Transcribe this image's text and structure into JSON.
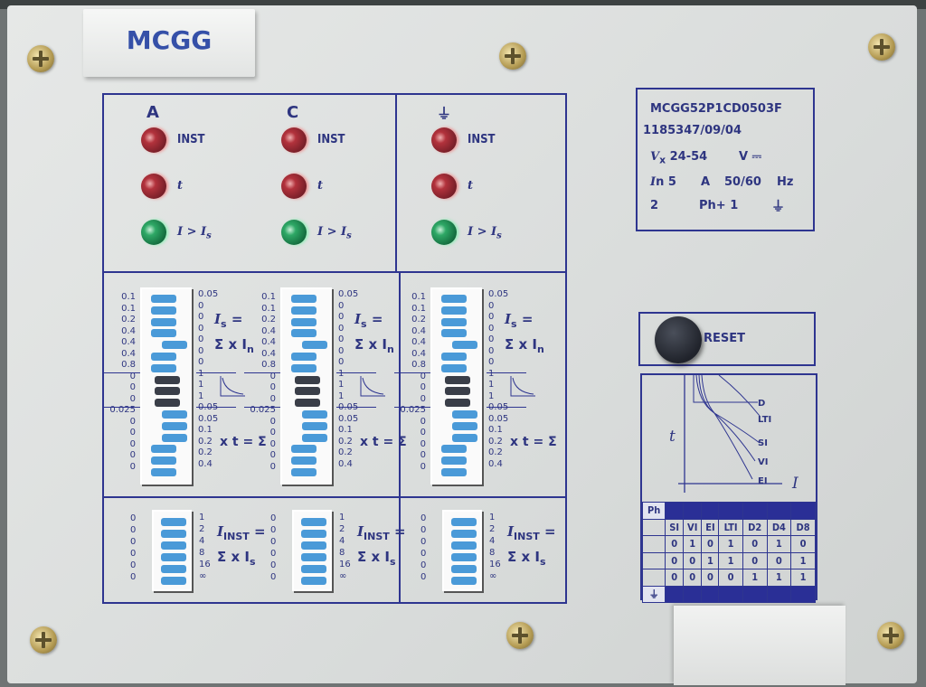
{
  "brand": "MCGG",
  "info": {
    "model": "MCGG52P1CD0503F",
    "serial": "1185347/09/04",
    "vx_label": "V",
    "vx_sub": "x",
    "vx_value": "24-54",
    "vx_unit": "V ⎓",
    "in_label": "I",
    "in_sub": "n",
    "in_value": "5",
    "in_unit": "A",
    "freq": "50/60",
    "freq_unit": "Hz",
    "poles": "2",
    "config": "Ph+ 1"
  },
  "reset_label": "RESET",
  "led_colors": {
    "red": "#b2323c",
    "green": "#2ea866"
  },
  "columns": [
    {
      "label": "A",
      "icon": "phase-a"
    },
    {
      "label": "C",
      "icon": "phase-c"
    },
    {
      "label": "",
      "icon": "earth-icon"
    }
  ],
  "leds": [
    {
      "color": "red",
      "text": "INST",
      "sub": ""
    },
    {
      "color": "red",
      "text": "t",
      "sub": ""
    },
    {
      "color": "green",
      "text": "I > I",
      "sub": "s"
    }
  ],
  "settings": {
    "left": [
      "0.1",
      "0.1",
      "0.2",
      "0.4",
      "0.4",
      "0.4",
      "0.8",
      "0",
      "0",
      "0",
      "0.025",
      "0",
      "0",
      "0",
      "0",
      "0"
    ],
    "right": [
      "0.05",
      "0",
      "0",
      "0",
      "0",
      "0",
      "0",
      "1",
      "1",
      "1",
      "0.05",
      "0.05",
      "0.1",
      "0.2",
      "0.2",
      "0.4"
    ],
    "positions": [
      "L",
      "L",
      "L",
      "L",
      "R",
      "L",
      "L",
      "D",
      "D",
      "D",
      "R",
      "R",
      "R",
      "L",
      "L",
      "L"
    ],
    "is_formula_1": "I",
    "is_formula_1_sub": "s",
    "is_formula_1_eq": " =",
    "is_formula_2": "Σ x I",
    "is_formula_2_sub": "n",
    "t_formula": "x t = Σ"
  },
  "inst_settings": {
    "left": [
      "0",
      "0",
      "0",
      "0",
      "0",
      "0"
    ],
    "right": [
      "1",
      "2",
      "4",
      "8",
      "16",
      "∞"
    ],
    "formula_1": "I",
    "formula_1_sub": "INST",
    "formula_1_eq": " =",
    "formula_2": "Σ x I",
    "formula_2_sub": "s"
  },
  "curves": {
    "y_label": "t",
    "x_label": "I",
    "labels": [
      "D",
      "LTI",
      "SI",
      "VI",
      "EI"
    ]
  },
  "table": {
    "row_header": "Ph",
    "headers": [
      "SI",
      "VI",
      "EI",
      "LTI",
      "D2",
      "D4",
      "D8"
    ],
    "rows": [
      [
        "0",
        "1",
        "0",
        "1",
        "0",
        "1",
        "0"
      ],
      [
        "0",
        "0",
        "1",
        "1",
        "0",
        "0",
        "1"
      ],
      [
        "0",
        "0",
        "0",
        "0",
        "1",
        "1",
        "1"
      ]
    ]
  }
}
